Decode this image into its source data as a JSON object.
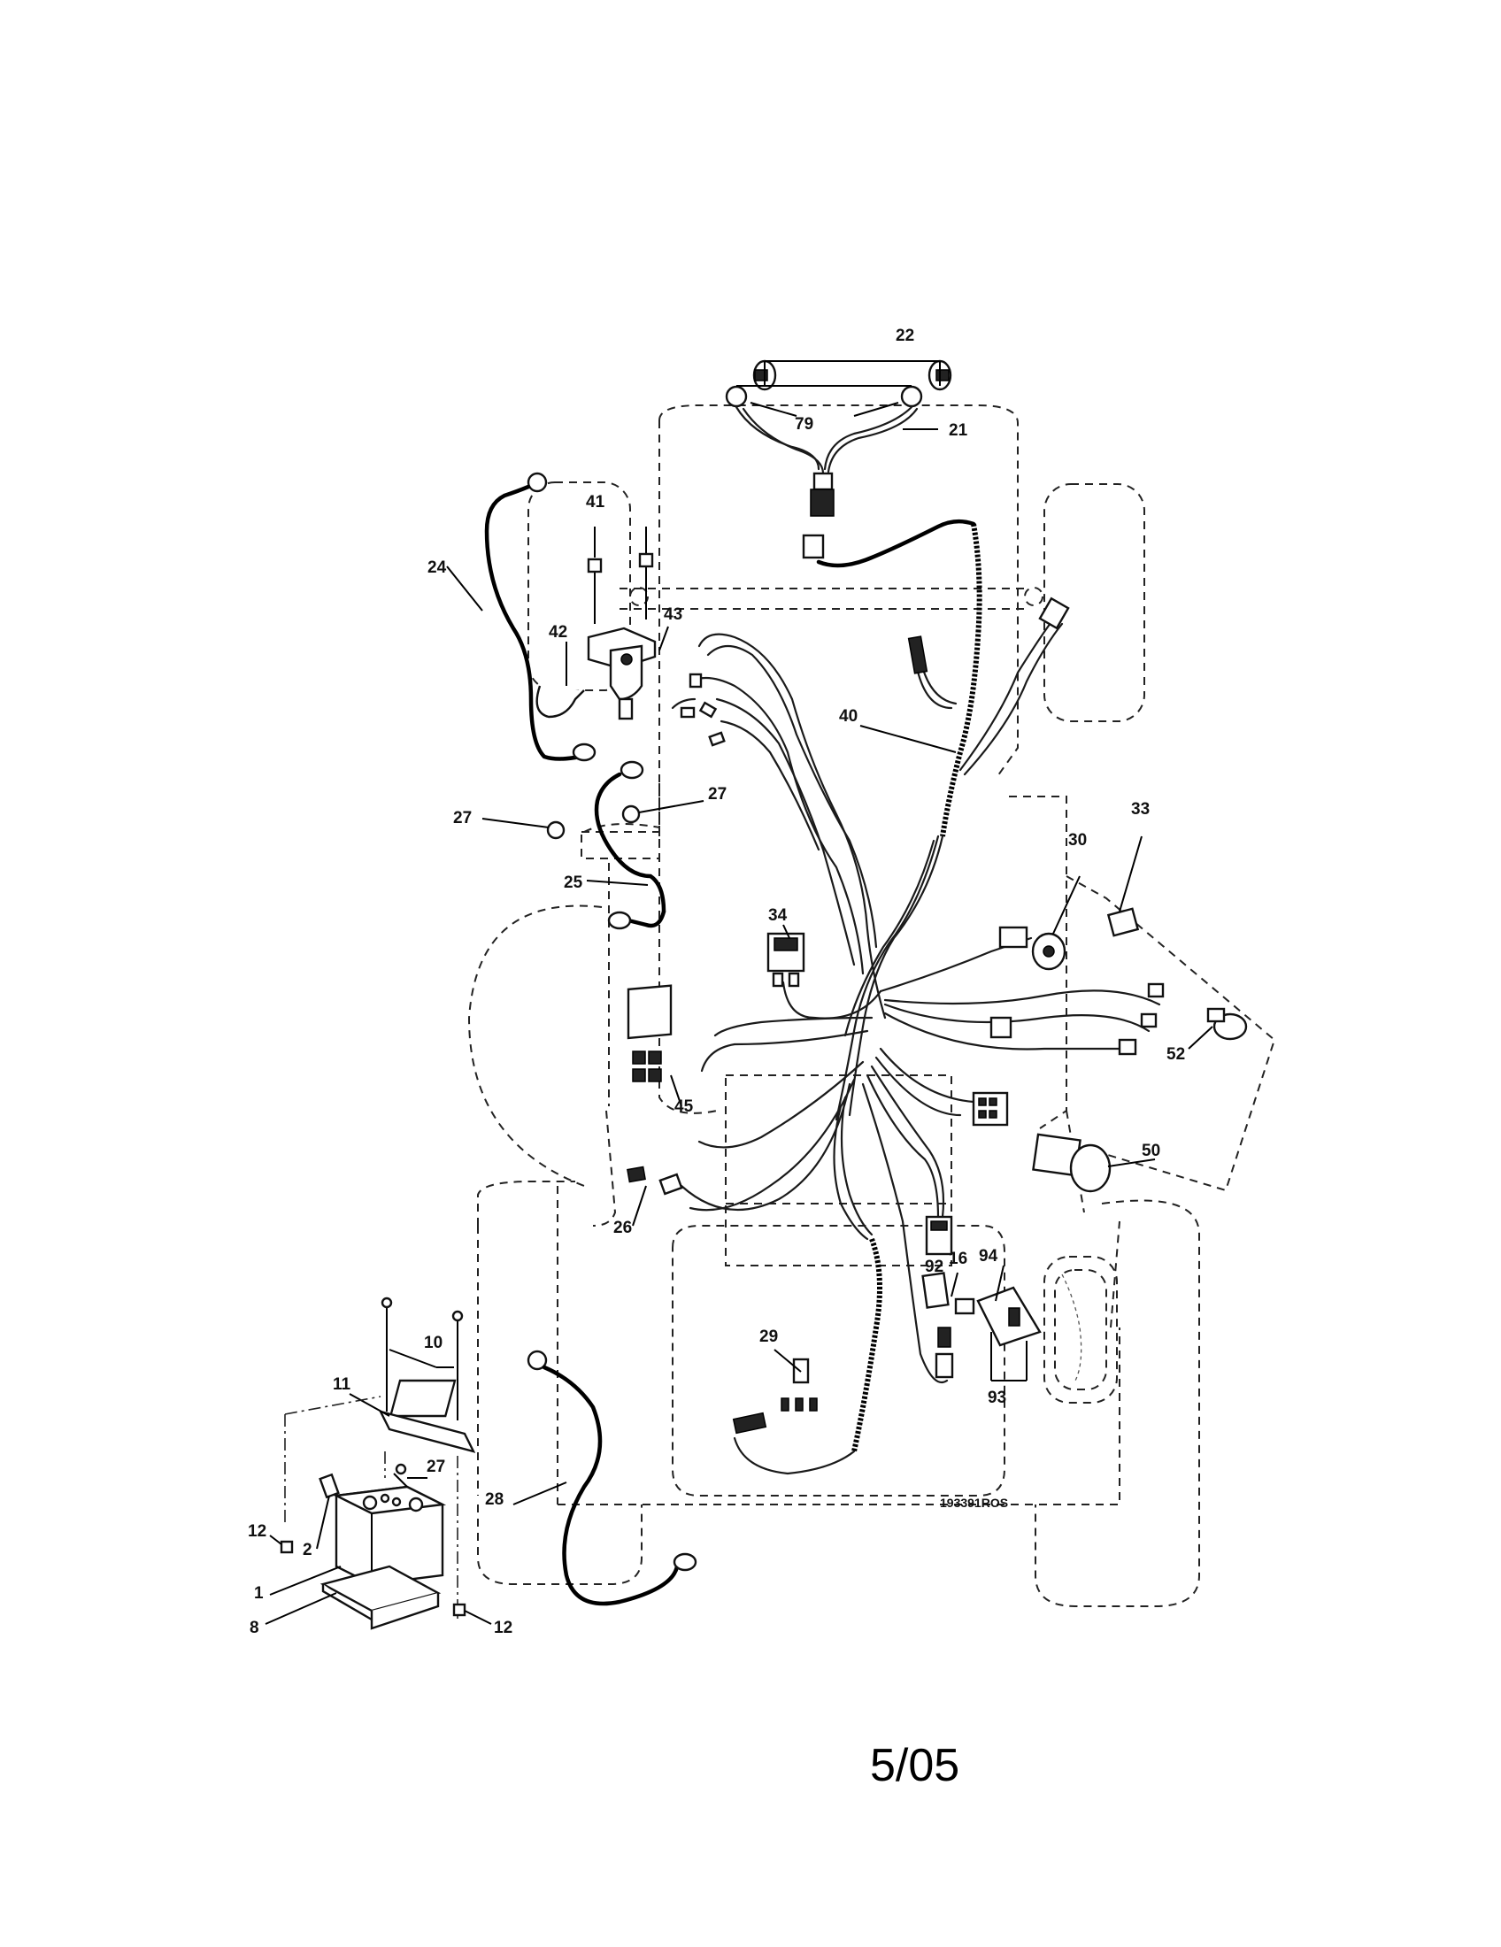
{
  "diagram": {
    "drawing_number": "193391ROS",
    "page_number": "5/05",
    "callouts": {
      "c22": "22",
      "c79": "79",
      "c21": "21",
      "c41": "41",
      "c24": "24",
      "c42": "42",
      "c43": "43",
      "c40": "40",
      "c27a": "27",
      "c27b": "27",
      "c25": "25",
      "c33": "33",
      "c30": "30",
      "c34": "34",
      "c52": "52",
      "c45": "45",
      "c50": "50",
      "c26": "26",
      "c92": "92",
      "c16": "16",
      "c94": "94",
      "c29": "29",
      "c93": "93",
      "c10": "10",
      "c11": "11",
      "c27c": "27",
      "c28": "28",
      "c12a": "12",
      "c2": "2",
      "c1": "1",
      "c8": "8",
      "c12b": "12"
    }
  }
}
